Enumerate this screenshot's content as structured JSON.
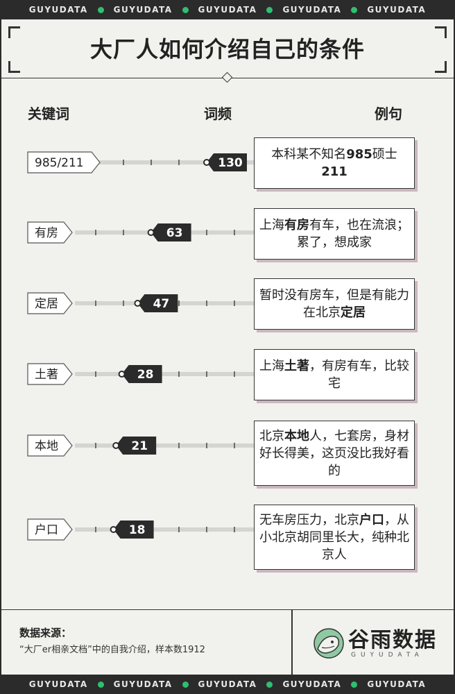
{
  "band_word": "GUYUDATA",
  "title": "大厂人如何介绍自己的条件",
  "headers": {
    "keyword": "关键词",
    "frequency": "词频",
    "example": "例句"
  },
  "chart_data": {
    "type": "bar",
    "title": "大厂人如何介绍自己的条件",
    "categories": [
      "985/211",
      "有房",
      "定居",
      "土著",
      "本地",
      "户口"
    ],
    "values": [
      130,
      63,
      47,
      28,
      21,
      18
    ],
    "xlim": [
      0,
      130
    ]
  },
  "quotes": [
    {
      "parts": [
        [
          "本科某不知名",
          false
        ],
        [
          "985",
          true
        ],
        [
          "硕士",
          false
        ],
        [
          "211",
          true
        ]
      ]
    },
    {
      "parts": [
        [
          "上海",
          false
        ],
        [
          "有房",
          true
        ],
        [
          "有车，也在流浪；累了，想成家",
          false
        ]
      ]
    },
    {
      "parts": [
        [
          "暂时没有房车，但是有能力在北京",
          false
        ],
        [
          "定居",
          true
        ]
      ]
    },
    {
      "parts": [
        [
          "上海",
          false
        ],
        [
          "土著",
          true
        ],
        [
          "，有房有车，比较宅",
          false
        ]
      ]
    },
    {
      "parts": [
        [
          "北京",
          false
        ],
        [
          "本地",
          true
        ],
        [
          "人，七套房，身材好长得美，这页没比我好看的",
          false
        ]
      ]
    },
    {
      "parts": [
        [
          "无车房压力，北京",
          false
        ],
        [
          "户口",
          true
        ],
        [
          "，从小北京胡同里长大，纯种北京人",
          false
        ]
      ]
    }
  ],
  "source": {
    "label": "数据来源：",
    "text": "“大厂er相亲文档”中的自我介绍，样本数1912"
  },
  "brand": {
    "name": "谷雨数据",
    "sub": "GUYUDATA"
  }
}
